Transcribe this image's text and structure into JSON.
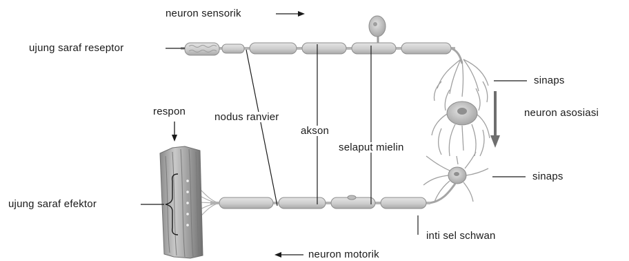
{
  "labels": {
    "sensory_neuron": "neuron sensorik",
    "receptor_ending": "ujung saraf reseptor",
    "synapse_top": "sinaps",
    "association_neuron": "neuron asosiasi",
    "synapse_bottom": "sinaps",
    "response": "respon",
    "node_of_ranvier": "nodus ranvier",
    "axon": "akson",
    "myelin_sheath": "selaput mielin",
    "effector_ending": "ujung saraf efektor",
    "schwann_nucleus": "inti sel schwan",
    "motor_neuron": "neuron motorik"
  },
  "colors": {
    "axon_fill": "#d4d4d4",
    "axon_stroke": "#8c8c8c",
    "leader_line": "#1a1a1a",
    "flow_arrow": "#6e6e6e"
  }
}
